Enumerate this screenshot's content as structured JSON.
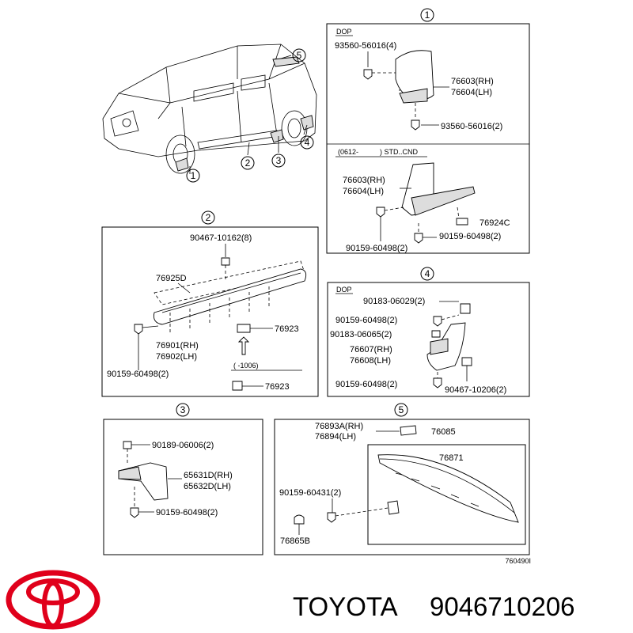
{
  "callouts": {
    "c1": "1",
    "c2": "2",
    "c3": "3",
    "c4": "4",
    "c5": "5"
  },
  "panel1": {
    "dop": "DOP",
    "bolt_top": "93560-56016(4)",
    "flap_rh": "76603(RH)",
    "flap_lh": "76604(LH)",
    "bolt_bottom": "93560-56016(2)",
    "range_open": "(0612-",
    "range_close": ") STD..CND",
    "flap2_rh": "76603(RH)",
    "flap2_lh": "76604(LH)",
    "clip": "76924C",
    "screw_left": "90159-60498(2)",
    "screw_right": "90159-60498(2)"
  },
  "panel2": {
    "clip_top": "90467-10162(8)",
    "moulding": "76925D",
    "sill_rh": "76901(RH)",
    "sill_lh": "76902(LH)",
    "retainer": "76923",
    "screw": "90159-60498(2)",
    "range": "(    -1006)",
    "retainer2": "76923"
  },
  "panel3": {
    "clip": "90189-06006(2)",
    "flap_rh": "65631D(RH)",
    "flap_lh": "65632D(LH)",
    "screw": "90159-60498(2)"
  },
  "panel4": {
    "dop": "DOP",
    "p1": "90183-06029(2)",
    "p2": "90159-60498(2)",
    "p3": "90183-06065(2)",
    "flap_rh": "76607(RH)",
    "flap_lh": "76608(LH)",
    "p4": "90159-60498(2)",
    "p5": "90467-10206(2)"
  },
  "panel5": {
    "stay_rh": "76893A(RH)",
    "stay_lh": "76894(LH)",
    "spoiler": "76085",
    "spoiler_sub": "76871",
    "screw": "90159-60431(2)",
    "seal": "76865B",
    "ref": "760490I"
  },
  "footer": {
    "brand": "TOYOTA",
    "part_number": "9046710206",
    "logo_color": "#e0001b"
  }
}
